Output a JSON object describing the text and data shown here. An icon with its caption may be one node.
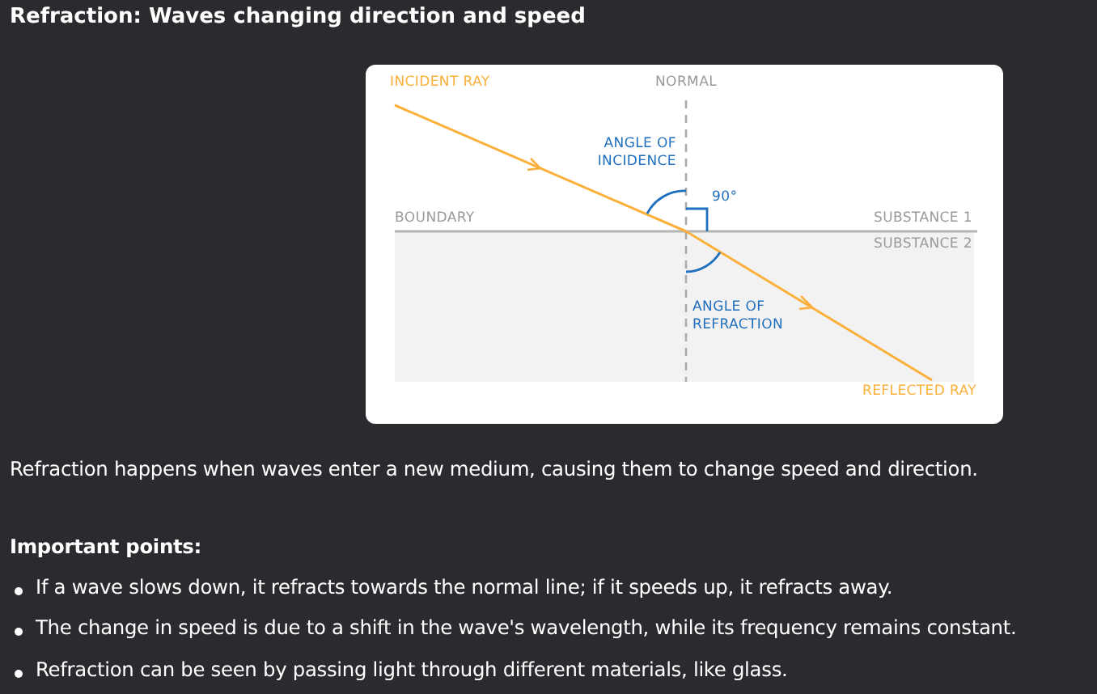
{
  "diagram": {
    "title": "Refraction: Waves changing direction and speed",
    "labels": [
      "INCIDENT RAY",
      "NORMAL",
      "ANGLE OF INCIDENCE",
      "90°",
      "BOUNDARY",
      "SUBSTANCE 1",
      "SUBSTANCE 2",
      "ANGLE OF REFRACTION",
      "REFLECTED RAY",
      "Refraction happens when waves enter a new medium, causing them to change speed and direction.",
      "Important points:",
      "If a wave slows down, it refracts towards the normal line; if it speeds up, it refracts away.",
      "The change in speed is due to a shift in the wave's wavelength, while its frequency remains constant.",
      "Refraction can be seen by passing light through different materials, like glass."
    ]
  }
}
